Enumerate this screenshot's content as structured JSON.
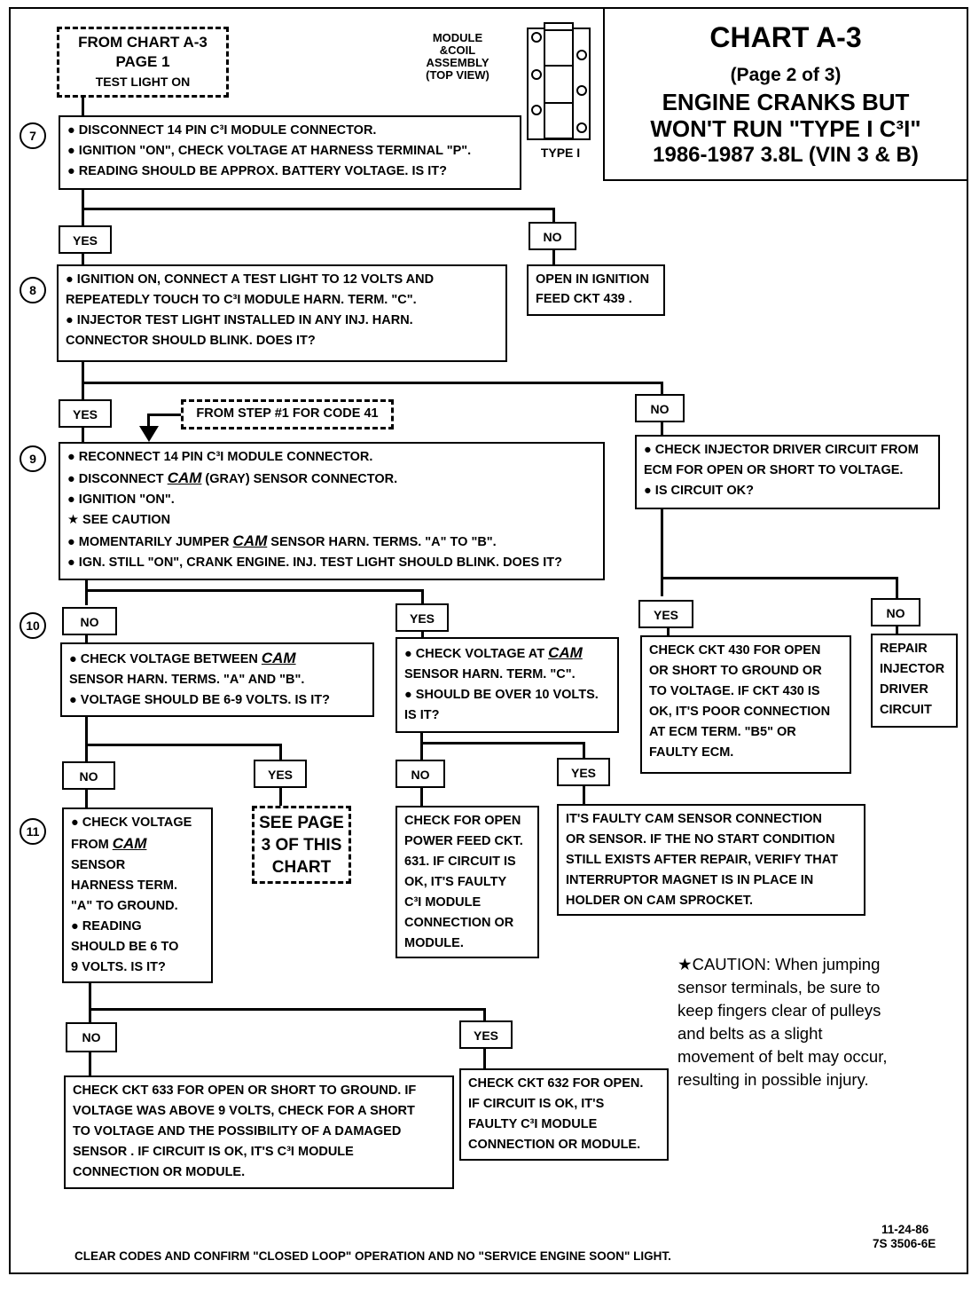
{
  "title": {
    "chart": "CHART A-3",
    "page": "(Page 2 of 3)",
    "line1": "ENGINE CRANKS BUT",
    "line2": "WON'T RUN \"TYPE I C³I\"",
    "line3": "1986-1987  3.8L  (VIN 3 & B)"
  },
  "module": {
    "caption_lines": [
      "MODULE",
      "&COIL",
      "ASSEMBLY",
      "(TOP VIEW)"
    ],
    "type_label": "TYPE I"
  },
  "from_chart": {
    "line1": "FROM CHART A-3",
    "line2": "PAGE 1",
    "line3": "TEST LIGHT ON"
  },
  "steps": {
    "s7": "7",
    "s8": "8",
    "s9": "9",
    "s10": "10",
    "s11": "11"
  },
  "labels": {
    "yes": "YES",
    "no": "NO"
  },
  "boxes": {
    "b7": [
      "● DISCONNECT 14 PIN C³I  MODULE CONNECTOR.",
      "● IGNITION \"ON\", CHECK VOLTAGE AT HARNESS TERMINAL  \"P\".",
      "● READING SHOULD BE APPROX. BATTERY VOLTAGE.  IS IT?"
    ],
    "b7_no": [
      "OPEN IN IGNITION",
      "FEED CKT 439 ."
    ],
    "b8": [
      "● IGNITION ON, CONNECT A TEST LIGHT TO 12 VOLTS AND",
      "   REPEATEDLY TOUCH TO C³I  MODULE  HARN. TERM.  \"C\".",
      "● INJECTOR TEST LIGHT INSTALLED IN ANY INJ. HARN.",
      "   CONNECTOR  SHOULD BLINK.  DOES IT?"
    ],
    "from_step": "FROM STEP #1 FOR CODE 41",
    "b8_no": [
      "● CHECK INJECTOR DRIVER CIRCUIT  FROM",
      "   ECM FOR OPEN OR SHORT TO VOLTAGE.",
      "● IS CIRCUIT OK?"
    ],
    "b9": {
      "l1": "● RECONNECT 14 PIN C³I MODULE CONNECTOR.",
      "l2a": "● DISCONNECT ",
      "cam": "CAM",
      "l2b": " (GRAY) SENSOR CONNECTOR.",
      "l3": "● IGNITION \"ON\".",
      "l4": "   ★ SEE CAUTION",
      "l5a": "● MOMENTARILY JUMPER ",
      "l5b": " SENSOR HARN. TERMS. \"A\" TO \"B\".",
      "l6": "● IGN. STILL \"ON\", CRANK ENGINE. INJ. TEST LIGHT SHOULD BLINK.  DOES IT?"
    },
    "b10": {
      "l1a": "● CHECK VOLTAGE BETWEEN ",
      "l2": "   SENSOR HARN. TERMS. \"A\" AND \"B\".",
      "l3": "● VOLTAGE SHOULD BE 6-9 VOLTS.  IS IT?"
    },
    "b9_yes": {
      "l1a": "● CHECK VOLTAGE AT ",
      "l2": "   SENSOR HARN. TERM. \"C\".",
      "l3": "● SHOULD BE OVER 10 VOLTS.",
      "l4": "   IS IT?"
    },
    "b8_no_yes": [
      "CHECK CKT 430 FOR OPEN",
      "OR SHORT TO GROUND OR",
      "TO VOLTAGE.  IF CKT 430 IS",
      "OK, IT'S POOR CONNECTION",
      "AT ECM TERM. \"B5\" OR",
      "FAULTY ECM."
    ],
    "b8_no_no": [
      "REPAIR",
      "INJECTOR",
      "DRIVER",
      "CIRCUIT"
    ],
    "b11": {
      "l1": "● CHECK VOLTAGE",
      "l2a": "   FROM ",
      "l3": "   SENSOR",
      "l4": "   HARNESS TERM.",
      "l5": "   \"A\" TO GROUND.",
      "l6": "● READING",
      "l7": "   SHOULD BE 6 TO",
      "l8": "   9 VOLTS.  IS IT?"
    },
    "see_page": [
      "SEE PAGE",
      "3 OF THIS",
      "CHART"
    ],
    "b9yes_no": [
      "CHECK FOR OPEN",
      "POWER FEED CKT.",
      "631.  IF CIRCUIT IS",
      "OK, IT'S FAULTY",
      "C³I MODULE",
      "CONNECTION OR",
      "MODULE."
    ],
    "b9yes_yes": [
      "IT'S FAULTY CAM SENSOR CONNECTION",
      "OR SENSOR.  IF THE NO START CONDITION",
      "STILL EXISTS AFTER REPAIR, VERIFY THAT",
      "INTERRUPTOR MAGNET IS IN PLACE IN",
      "HOLDER ON CAM SPROCKET."
    ],
    "b11_no": [
      "CHECK CKT 633 FOR OPEN OR SHORT TO GROUND.  IF",
      "VOLTAGE WAS ABOVE 9 VOLTS, CHECK FOR A SHORT",
      "TO VOLTAGE AND THE POSSIBILITY OF A DAMAGED",
      "SENSOR .  IF CIRCUIT IS OK, IT'S  C³I MODULE",
      "CONNECTION OR MODULE."
    ],
    "b11_yes": [
      "CHECK CKT 632 FOR OPEN.",
      "IF CIRCUIT IS OK, IT'S",
      "FAULTY C³I MODULE",
      "CONNECTION OR MODULE."
    ]
  },
  "caution": [
    "★CAUTION:  When jumping",
    "sensor terminals, be sure to",
    "keep fingers clear of pulleys",
    "and belts as a slight",
    "movement of belt may occur,",
    "resulting in possible injury."
  ],
  "footer": {
    "clear": "CLEAR CODES AND CONFIRM \"CLOSED LOOP\"  OPERATION AND NO \"SERVICE ENGINE SOON\" LIGHT.",
    "date": "11-24-86",
    "code": "7S 3506-6E"
  }
}
